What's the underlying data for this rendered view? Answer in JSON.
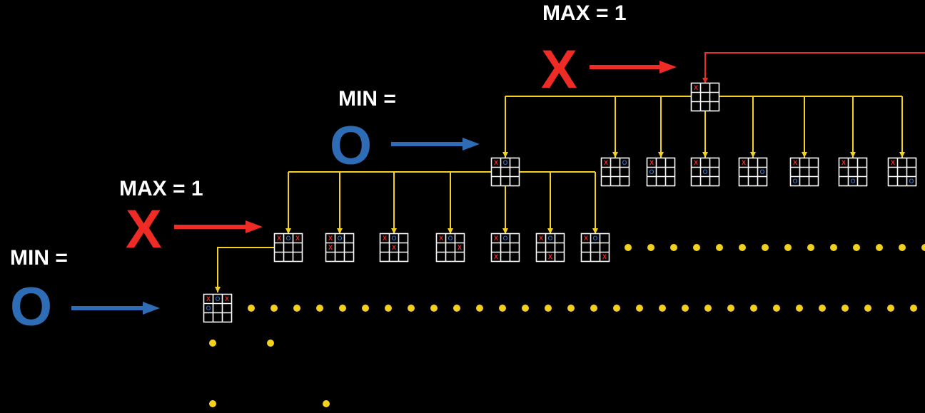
{
  "labels": {
    "level0": "MAX = 1",
    "level1": "MIN =",
    "level2": "MAX = 1",
    "level3": "MIN ="
  },
  "symbols": {
    "x": "X",
    "o": "O"
  },
  "colors": {
    "background": "#000000",
    "x_mark": "#ee2b25",
    "o_mark": "#2e6db5",
    "connector": "#f3d11f",
    "dots": "#f3d11f",
    "board_line": "#ffffff"
  },
  "boards": {
    "root": [
      "X",
      "",
      "",
      "",
      "",
      "",
      "",
      "",
      ""
    ],
    "level1": [
      [
        "X",
        "O",
        "",
        "",
        "",
        "",
        "",
        "",
        ""
      ],
      [
        "X",
        "",
        "O",
        "",
        "",
        "",
        "",
        "",
        ""
      ],
      [
        "X",
        "",
        "",
        "O",
        "",
        "",
        "",
        "",
        ""
      ],
      [
        "X",
        "",
        "",
        "",
        "O",
        "",
        "",
        "",
        ""
      ],
      [
        "X",
        "",
        "",
        "",
        "",
        "O",
        "",
        "",
        ""
      ],
      [
        "X",
        "",
        "",
        "",
        "",
        "",
        "O",
        "",
        ""
      ],
      [
        "X",
        "",
        "",
        "",
        "",
        "",
        "",
        "O",
        ""
      ],
      [
        "X",
        "",
        "",
        "",
        "",
        "",
        "",
        "",
        "O"
      ]
    ],
    "level2": [
      [
        "X",
        "O",
        "X",
        "",
        "",
        "",
        "",
        "",
        ""
      ],
      [
        "X",
        "O",
        "",
        "X",
        "",
        "",
        "",
        "",
        ""
      ],
      [
        "X",
        "O",
        "",
        "",
        "X",
        "",
        "",
        "",
        ""
      ],
      [
        "X",
        "O",
        "",
        "",
        "",
        "X",
        "",
        "",
        ""
      ],
      [
        "X",
        "O",
        "",
        "",
        "",
        "",
        "X",
        "",
        ""
      ],
      [
        "X",
        "O",
        "",
        "",
        "",
        "",
        "",
        "X",
        ""
      ],
      [
        "X",
        "O",
        "",
        "",
        "",
        "",
        "",
        "",
        "X"
      ]
    ],
    "level3": [
      "X",
      "O",
      "X",
      "O",
      "",
      "",
      "",
      "",
      ""
    ]
  }
}
